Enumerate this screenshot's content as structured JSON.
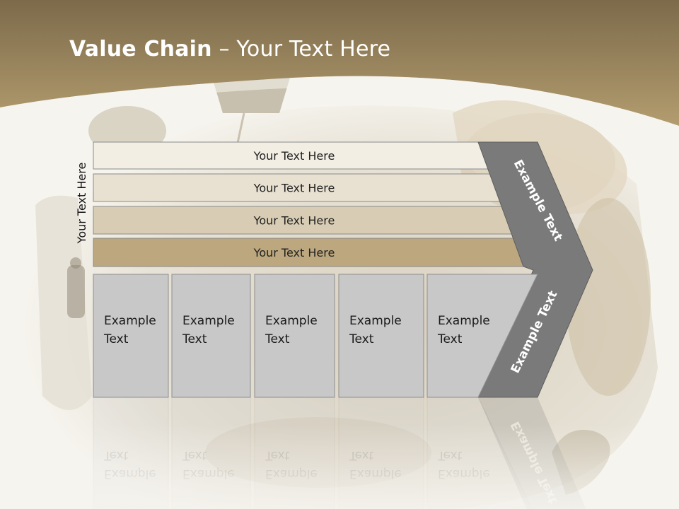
{
  "title": {
    "bold": "Value Chain",
    "rest": " – Your Text Here"
  },
  "side_label": "Your Text Here",
  "bars": [
    {
      "label": "Your Text Here",
      "fill": "#f2eee4"
    },
    {
      "label": "Your Text Here",
      "fill": "#e8e1d1"
    },
    {
      "label": "Your Text Here",
      "fill": "#d8cdb4"
    },
    {
      "label": "Your Text Here",
      "fill": "#bca77e"
    }
  ],
  "boxes": [
    {
      "line1": "Example",
      "line2": "Text"
    },
    {
      "line1": "Example",
      "line2": "Text"
    },
    {
      "line1": "Example",
      "line2": "Text"
    },
    {
      "line1": "Example",
      "line2": "Text"
    },
    {
      "line1": "Example",
      "line2": "Text"
    }
  ],
  "chevron_labels": {
    "upper": "Example Text",
    "lower": "Example Text"
  },
  "colors": {
    "header_band": "#9a8356",
    "box_fill": "#c8c8c8",
    "chevron_fill": "#7a7a7a",
    "bar_stroke": "#8a8a8a"
  }
}
